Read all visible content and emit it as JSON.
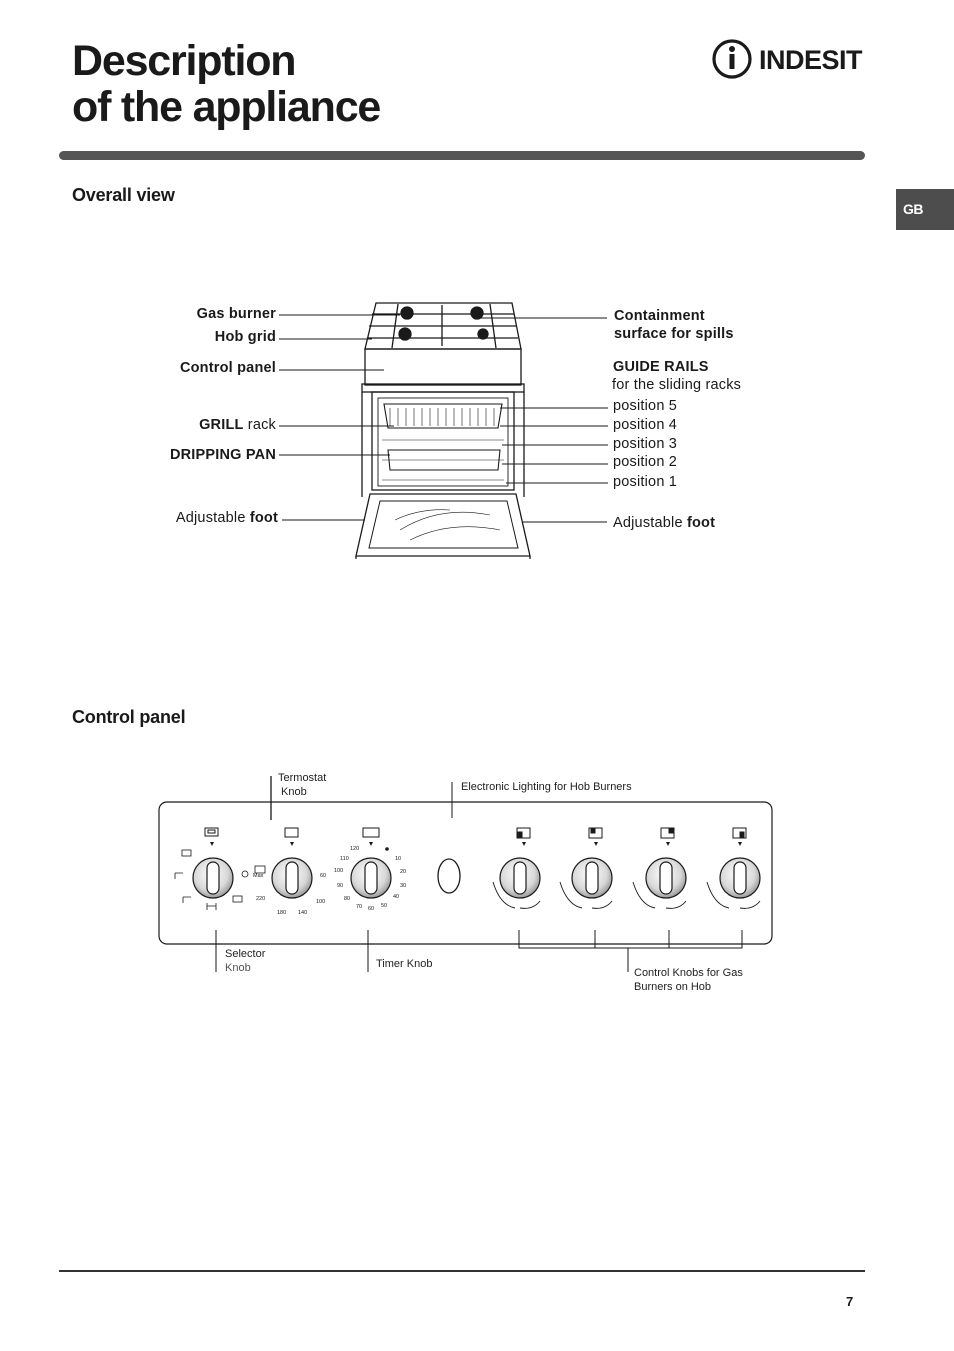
{
  "header": {
    "title_line1": "Description",
    "title_line2": "of the appliance",
    "brand": "INDESIT"
  },
  "language_tab": "GB",
  "overall_view": {
    "heading": "Overall view",
    "left_labels": {
      "gas_burner": "Gas burner",
      "hob_grid": "Hob grid",
      "control_panel": "Control panel",
      "grill_bold": "GRILL",
      "grill_rest": " rack",
      "dripping_pan": "DRIPPING PAN",
      "foot_left_normal": "Adjustable ",
      "foot_left_bold": "foot"
    },
    "right_labels": {
      "containment_line1": "Containment",
      "containment_line2": "surface for spills",
      "guide_rails": "GUIDE RAILS",
      "guide_rails_sub": "for the sliding racks",
      "positions": [
        "position 5",
        "position 4",
        "position 3",
        "position 2",
        "position 1"
      ],
      "foot_right_normal": "Adjustable ",
      "foot_right_bold": "foot"
    }
  },
  "control_panel": {
    "heading": "Control panel",
    "termostat_line1": "Termostat",
    "termostat_line2": "Knob",
    "electronic_lighting": "Electronic Lighting for Hob Burners",
    "selector_line1": "Selector",
    "selector_line2": "Knob",
    "timer": "Timer Knob",
    "gas_knobs_line1": "Control Knobs for Gas",
    "gas_knobs_line2": "Burners on Hob",
    "thermostat_scale": [
      "Max",
      "60",
      "220",
      "180",
      "140",
      "100"
    ],
    "timer_scale": [
      "120",
      "110",
      "100",
      "90",
      "80",
      "70",
      "60",
      "50",
      "40",
      "30",
      "20",
      "10"
    ]
  },
  "footer": {
    "page_number": "7"
  },
  "colors": {
    "rule": "#555555",
    "tab": "#4d4d4d",
    "text": "#1a1a1a"
  }
}
